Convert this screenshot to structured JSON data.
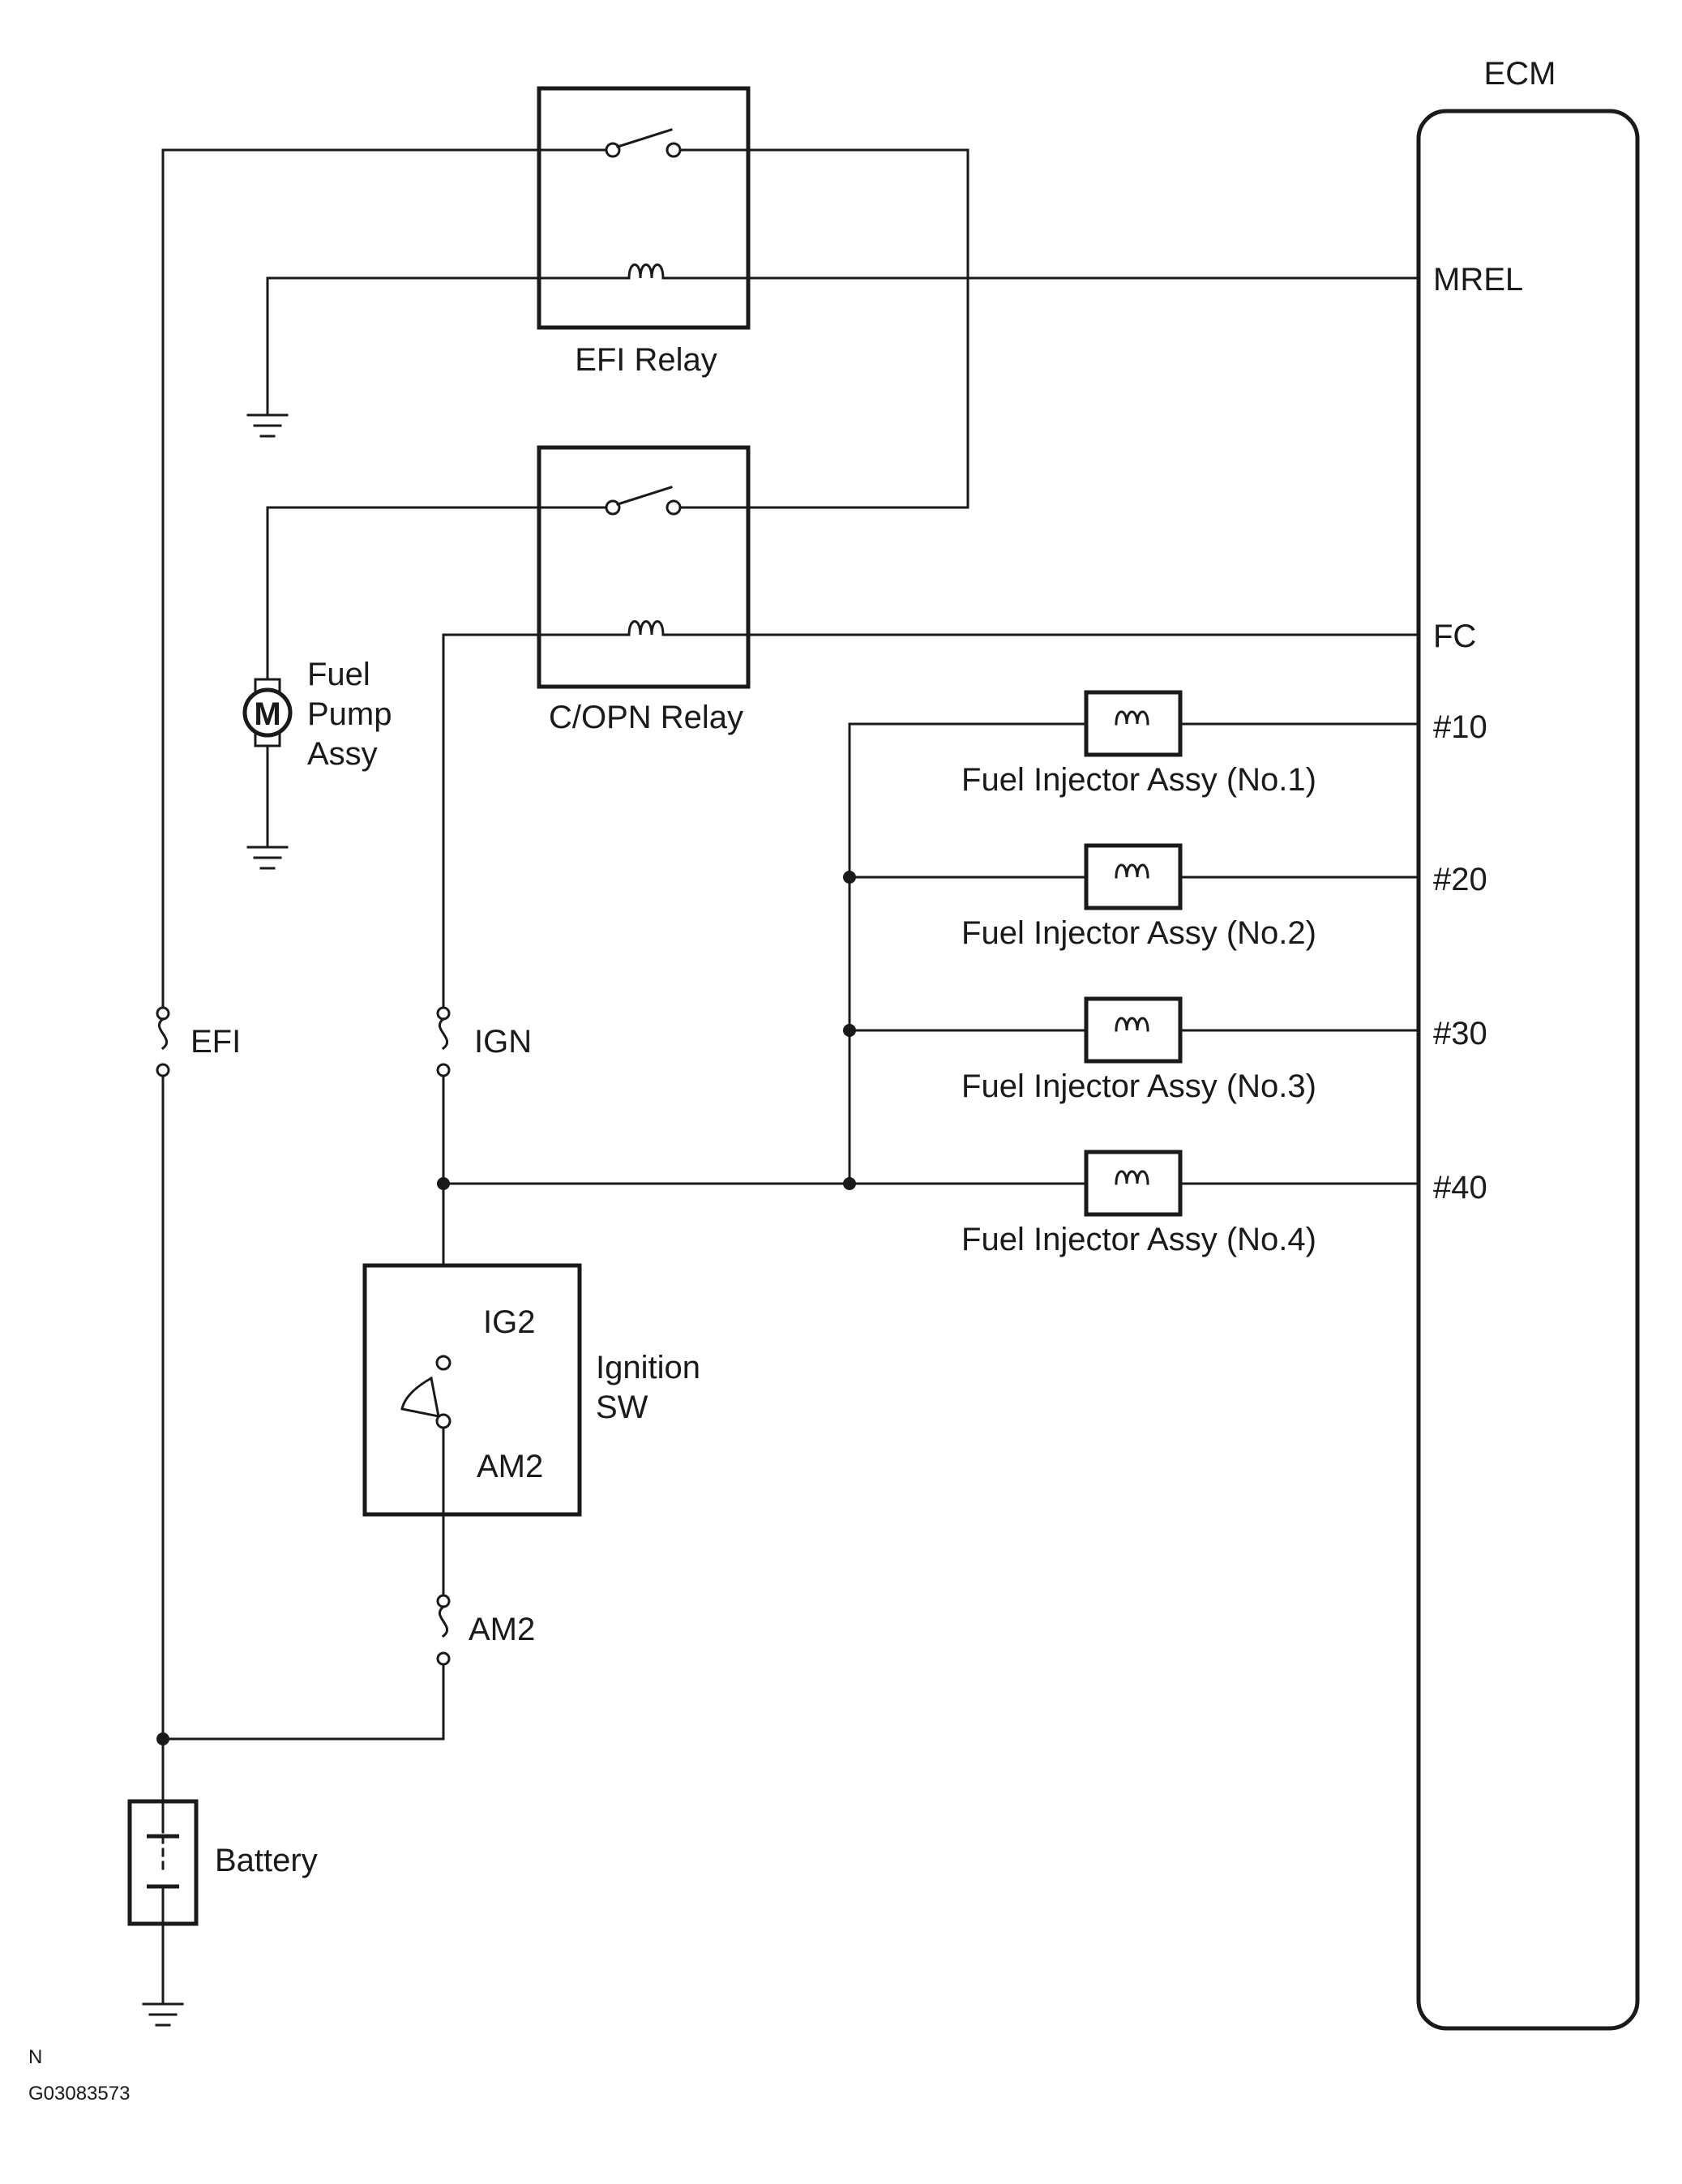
{
  "ecm": {
    "title": "ECM",
    "pins": {
      "mrel": "MREL",
      "fc": "FC",
      "no10": "#10",
      "no20": "#20",
      "no30": "#30",
      "no40": "#40"
    }
  },
  "relays": {
    "efi": "EFI Relay",
    "copn": "C/OPN Relay"
  },
  "fuel_pump": {
    "line1": "Fuel",
    "line2": "Pump",
    "line3": "Assy",
    "motor": "M"
  },
  "injectors": [
    {
      "label": "Fuel Injector Assy (No.1)"
    },
    {
      "label": "Fuel Injector Assy (No.2)"
    },
    {
      "label": "Fuel Injector Assy (No.3)"
    },
    {
      "label": "Fuel Injector Assy (No.4)"
    }
  ],
  "fuses": {
    "efi": "EFI",
    "ign": "IGN",
    "am2": "AM2"
  },
  "ignition_switch": {
    "line1": "Ignition",
    "line2": "SW",
    "ig2": "IG2",
    "am2": "AM2"
  },
  "battery": "Battery",
  "footer": {
    "code": "N",
    "figure_id": "G03083573"
  }
}
